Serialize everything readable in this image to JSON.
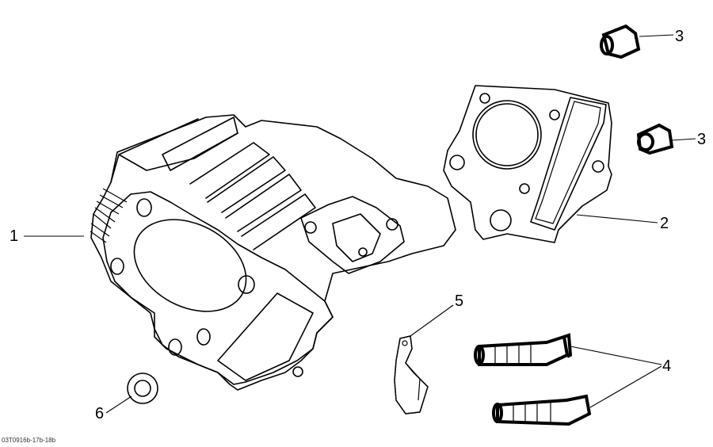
{
  "diagram": {
    "type": "exploded-parts-view",
    "subject": "engine cylinder assembly",
    "reference_code": "03T0916b-17b-18b",
    "callouts": [
      {
        "id": "1",
        "label": "1",
        "part": "cylinder"
      },
      {
        "id": "2",
        "label": "2",
        "part": "cylinder base gasket"
      },
      {
        "id": "3a",
        "label": "3",
        "part": "dowel pin (upper)"
      },
      {
        "id": "3b",
        "label": "3",
        "part": "dowel pin (lower)"
      },
      {
        "id": "4",
        "label": "4",
        "part": "bolts (x2)"
      },
      {
        "id": "5",
        "label": "5",
        "part": "clamp"
      },
      {
        "id": "6",
        "label": "6",
        "part": "washer / O-ring"
      }
    ]
  }
}
